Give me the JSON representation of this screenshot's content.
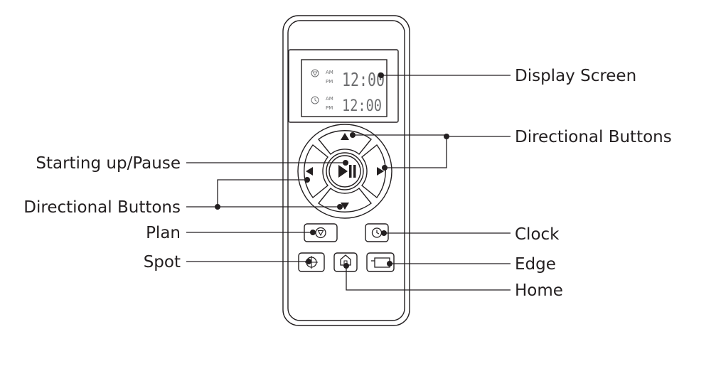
{
  "display": {
    "top_am": "AM",
    "top_pm": "PM",
    "top_time": "12:00",
    "bottom_am": "AM",
    "bottom_pm": "PM",
    "bottom_time": "12:00"
  },
  "labels": {
    "display_screen": "Display Screen",
    "directional_buttons_right": "Directional Buttons",
    "starting_up_pause": "Starting up/Pause",
    "directional_buttons_left": "Directional Buttons",
    "plan": "Plan",
    "clock": "Clock",
    "spot": "Spot",
    "edge": "Edge",
    "home": "Home"
  },
  "colors": {
    "line": "#231f20",
    "lcd": "#6d6e70",
    "background": "#ffffff"
  },
  "icons": {
    "plan": "plan-schedule-icon",
    "clock": "clock-icon",
    "spot": "spot-crosshair-icon",
    "home": "home-icon",
    "edge": "edge-icon",
    "play_pause": "play-pause-icon"
  }
}
